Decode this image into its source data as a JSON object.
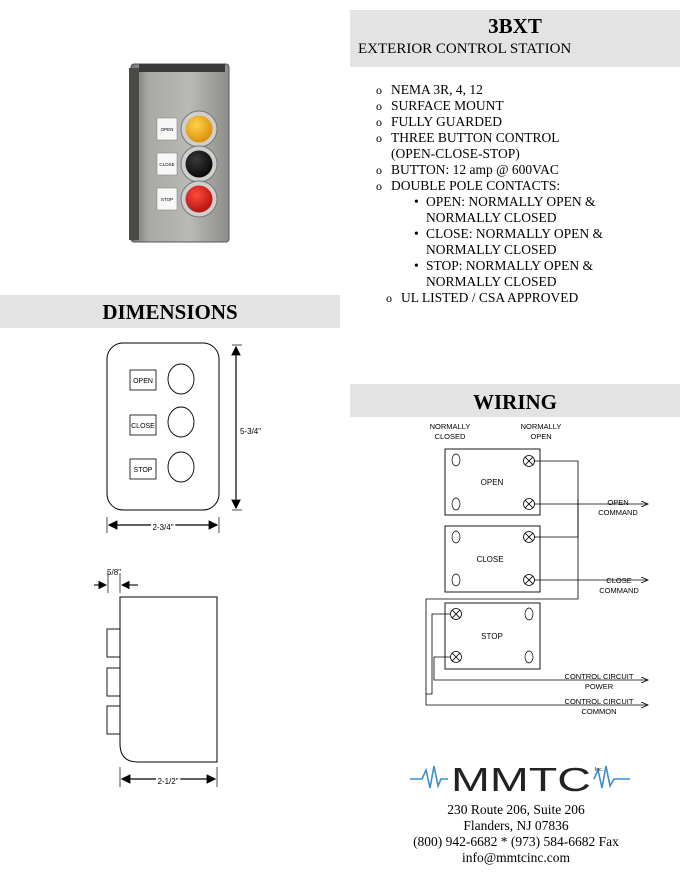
{
  "header": {
    "model": "3BXT",
    "subtitle": "EXTERIOR CONTROL STATION"
  },
  "specs": [
    {
      "type": "circle",
      "text": "NEMA 3R, 4, 12"
    },
    {
      "type": "circle",
      "text": "SURFACE MOUNT"
    },
    {
      "type": "circle",
      "text": "FULLY GUARDED"
    },
    {
      "type": "circle",
      "text": "THREE BUTTON CONTROL"
    },
    {
      "type": "cont",
      "text": "(OPEN-CLOSE-STOP)"
    },
    {
      "type": "circle",
      "text": "BUTTON:  12 amp @ 600VAC"
    },
    {
      "type": "circle",
      "text": "DOUBLE POLE CONTACTS:"
    },
    {
      "type": "dot",
      "text": "OPEN:  NORMALLY OPEN &"
    },
    {
      "type": "cont2",
      "text": "NORMALLY CLOSED"
    },
    {
      "type": "dot",
      "text": "CLOSE:  NORMALLY OPEN &"
    },
    {
      "type": "cont2",
      "text": "NORMALLY CLOSED"
    },
    {
      "type": "dot",
      "text": "STOP:  NORMALLY OPEN &"
    },
    {
      "type": "cont2",
      "text": "NORMALLY CLOSED"
    },
    {
      "type": "circle2",
      "text": "UL LISTED / CSA APPROVED"
    }
  ],
  "photo": {
    "labels": [
      "OPEN",
      "CLOSE",
      "STOP"
    ],
    "colors": {
      "open": "#f0a81a",
      "close": "#141414",
      "stop": "#e0231f",
      "housing": "#9e9e9a"
    }
  },
  "dimensions": {
    "title": "DIMENSIONS",
    "buttons": [
      "OPEN",
      "CLOSE",
      "STOP"
    ],
    "height": "5-3/4\"",
    "width": "2-3/4\"",
    "depth": "2-1/2\"",
    "button_depth": "5/8\""
  },
  "wiring": {
    "title": "WIRING",
    "normally_closed": [
      "NORMALLY",
      "CLOSED"
    ],
    "normally_open": [
      "NORMALLY",
      "OPEN"
    ],
    "blocks": [
      "OPEN",
      "CLOSE",
      "STOP"
    ],
    "outputs": [
      [
        "OPEN",
        "COMMAND"
      ],
      [
        "CLOSE",
        "COMMAND"
      ],
      [
        "CONTROL CIRCUIT",
        "POWER"
      ],
      [
        "CONTROL CIRCUIT",
        "COMMON"
      ]
    ]
  },
  "footer": {
    "logo": "MMTC",
    "logo_mark": "Inc.",
    "address1": "230 Route 206, Suite 206",
    "address2": "Flanders, NJ 07836",
    "phone": "(800) 942-6682 * (973) 584-6682 Fax",
    "email": "info@mmtcinc.com"
  }
}
